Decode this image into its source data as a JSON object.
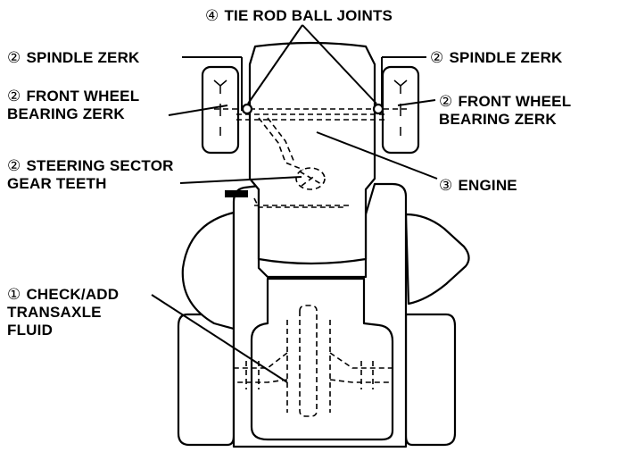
{
  "labels": {
    "tie_rod": {
      "num": "④",
      "text": "TIE ROD BALL JOINTS"
    },
    "spindle_left": {
      "num": "②",
      "text": "SPINDLE ZERK"
    },
    "spindle_right": {
      "num": "②",
      "text": "SPINDLE ZERK"
    },
    "wheel_bearing_left": {
      "num": "②",
      "line1": "FRONT WHEEL",
      "line2": "BEARING ZERK"
    },
    "wheel_bearing_right": {
      "num": "②",
      "line1": "FRONT WHEEL",
      "line2": "BEARING ZERK"
    },
    "steering_sector": {
      "num": "②",
      "line1": "STEERING SECTOR",
      "line2": "GEAR TEETH"
    },
    "engine": {
      "num": "③",
      "text": "ENGINE"
    },
    "transaxle": {
      "num": "①",
      "line1": "CHECK/ADD",
      "line2": "TRANSAXLE",
      "line3": "FLUID"
    }
  }
}
